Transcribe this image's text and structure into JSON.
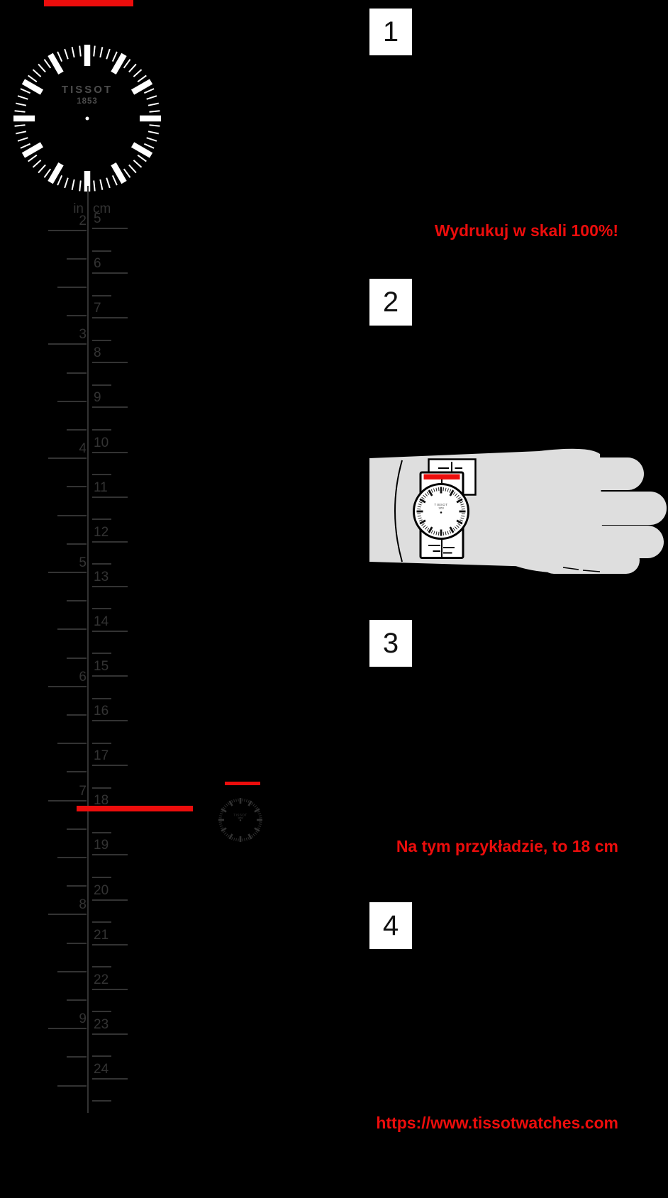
{
  "title": "Tissot wrist measuring guide (printable ruler)",
  "colors": {
    "background": "#000000",
    "red": "#ec0d0c",
    "ruler_gray": "#333333",
    "hand_gray": "#dedede",
    "paper_white": "#ffffff"
  },
  "brand": {
    "watch_logo": "TISSOT",
    "watch_logo_year": "1853"
  },
  "steps": [
    {
      "number": "1"
    },
    {
      "number": "2"
    },
    {
      "number": "3"
    },
    {
      "number": "4"
    }
  ],
  "notes": {
    "print_scale": "Wydrukuj w skali 100%!",
    "example": "Na tym przykładzie, to 18 cm",
    "url": "https://www.tissotwatches.com"
  },
  "ruler": {
    "left_unit": "in",
    "right_unit": "cm",
    "inch_numbers": [
      2,
      3,
      4,
      5,
      6,
      7,
      8,
      9
    ],
    "cm_numbers": [
      5,
      6,
      7,
      8,
      9,
      10,
      11,
      12,
      13,
      14,
      15,
      16,
      17,
      18,
      19,
      20,
      21,
      22,
      23,
      24
    ],
    "highlight_value": "18 cm"
  }
}
